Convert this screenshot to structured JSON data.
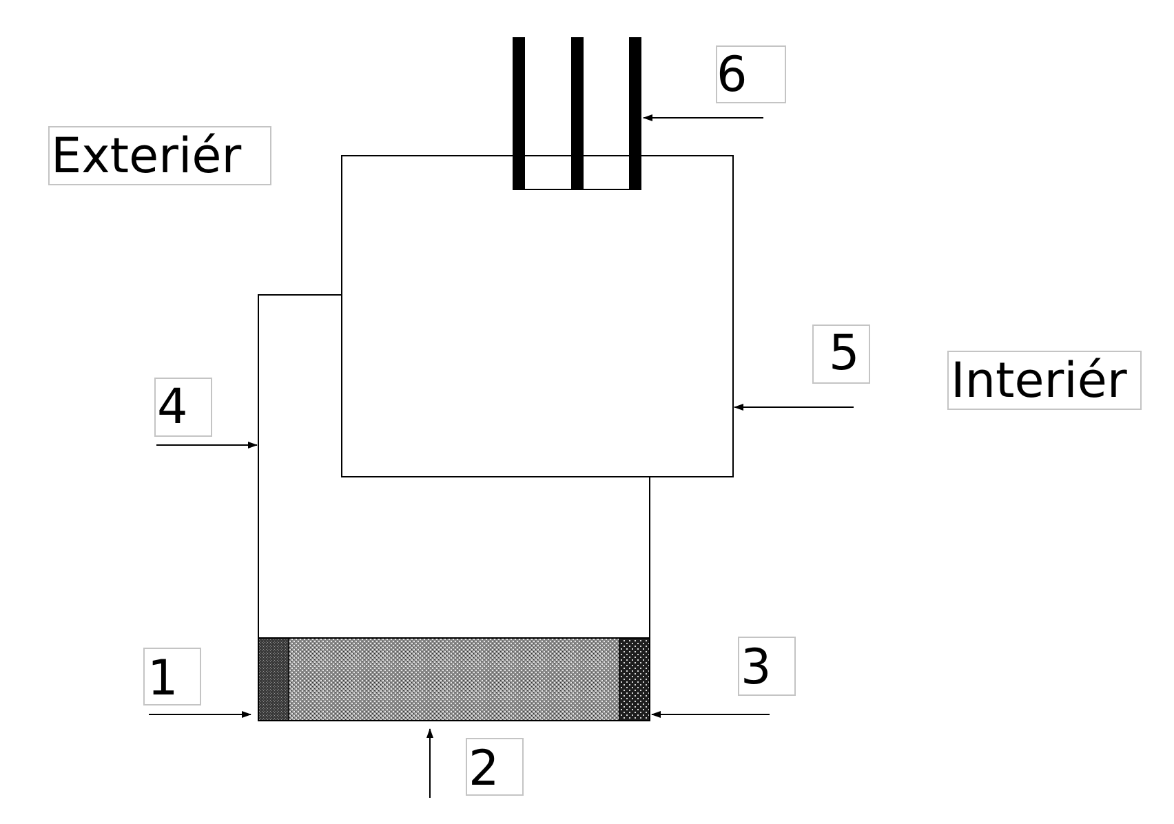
{
  "labels": {
    "exterior": "Exteriér",
    "interior": "Interiér",
    "n1": "1",
    "n2": "2",
    "n3": "3",
    "n4": "4",
    "n5": "5",
    "n6": "6"
  },
  "colors": {
    "line": "#000000",
    "label_box_border": "#c4c4c4",
    "fill_dark": "#3a3a3a",
    "fill_medium": "#7a7a7a",
    "fill_crosshatch": "#2a2a2a"
  }
}
